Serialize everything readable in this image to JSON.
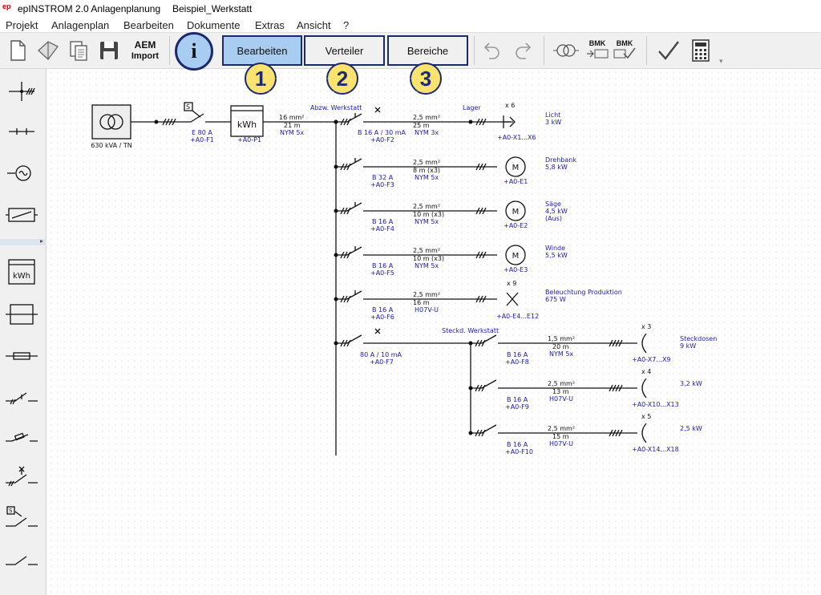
{
  "window": {
    "logo": "ep",
    "app_title": "epINSTROM 2.0 Anlagenplanung",
    "document": "Beispiel_Werkstatt"
  },
  "menu": [
    "Projekt",
    "Anlagenplan",
    "Bearbeiten",
    "Dokumente",
    "Extras",
    "Ansicht",
    "?"
  ],
  "toolbar": {
    "aem_line1": "AEM",
    "aem_line2": "Import",
    "info": "i",
    "tabs": [
      {
        "label": "Bearbeiten",
        "badge": "1",
        "active": true
      },
      {
        "label": "Verteiler",
        "badge": "2",
        "active": false
      },
      {
        "label": "Bereiche",
        "badge": "3",
        "active": false
      }
    ],
    "bmk1": "BMK",
    "bmk2": "BMK",
    "icons": [
      "new-file-icon",
      "open-file-icon",
      "copy-icon",
      "save-icon",
      "undo-icon",
      "redo-icon",
      "transformer-icon",
      "bmk-arrow-icon",
      "bmk-check-icon",
      "check-icon",
      "calculator-icon"
    ]
  },
  "palette": {
    "kwh_label": "kWh",
    "icons": [
      "busbar-icon",
      "junction-icon",
      "generator-icon",
      "fuse-box-icon",
      "kwh-meter-icon",
      "breaker-box-icon",
      "fuse-icon",
      "switch-icon",
      "fuse-switch-icon",
      "rcd-switch-icon",
      "selector-switch-icon",
      "contact-icon"
    ]
  },
  "colors": {
    "accent": "#1a2a6c",
    "tab_active": "#a9cdf0",
    "badge": "#fbe36f",
    "diagram_text": "#1a1ab0"
  },
  "diagram": {
    "transformer_label": "630 kVA / TN",
    "main_switch": {
      "s_label": "S",
      "rating": "E 80 A",
      "id": "+A0-F1"
    },
    "meter": {
      "label": "kWh",
      "id": "+A0-P1"
    },
    "feed_cable": {
      "cross": "16 mm²",
      "length": "21 m",
      "type": "NYM 5x"
    },
    "bus_label": "Abzw. Werkstatt",
    "circuits": [
      {
        "breaker": "B 16 A / 30 mA",
        "id": "+A0-F2",
        "cross": "2,5 mm²",
        "length": "25 m",
        "type": "NYM 3x",
        "sub_bus": "Lager",
        "count": "x 6",
        "load_id": "+A0-X1...X6",
        "load_name": "Licht",
        "load_power": "3 kW",
        "load_extra": ""
      },
      {
        "breaker": "B 32 A",
        "id": "+A0-F3",
        "cross": "2,5 mm²",
        "length": "8 m (x3)",
        "type": "NYM 5x",
        "sub_bus": "",
        "count": "",
        "load_id": "+A0-E1",
        "load_name": "Drehbank",
        "load_power": "5,8 kW",
        "load_extra": "",
        "motor": "M"
      },
      {
        "breaker": "B 16 A",
        "id": "+A0-F4",
        "cross": "2,5 mm²",
        "length": "10 m (x3)",
        "type": "NYM 5x",
        "sub_bus": "",
        "count": "",
        "load_id": "+A0-E2",
        "load_name": "Säge",
        "load_power": "4,5 kW",
        "load_extra": "(Aus)",
        "motor": "M"
      },
      {
        "breaker": "B 16 A",
        "id": "+A0-F5",
        "cross": "2,5 mm²",
        "length": "10 m (x3)",
        "type": "NYM 5x",
        "sub_bus": "",
        "count": "",
        "load_id": "+A0-E3",
        "load_name": "Winde",
        "load_power": "5,5 kW",
        "load_extra": "",
        "motor": "M"
      },
      {
        "breaker": "B 16 A",
        "id": "+A0-F6",
        "cross": "2,5 mm²",
        "length": "16 m",
        "type": "H07V-U",
        "sub_bus": "",
        "count": "x 9",
        "load_id": "+A0-E4...E12",
        "load_name": "Beleuchtung Produktion",
        "load_power": "675 W",
        "load_extra": ""
      }
    ],
    "rcd": {
      "rating": "80 A / 10 mA",
      "id": "+A0-F7",
      "bus_label": "Steckd. Werkstatt"
    },
    "sockets": [
      {
        "breaker": "B 16 A",
        "id": "+A0-F8",
        "cross": "1,5 mm²",
        "length": "20 m",
        "type": "NYM 5x",
        "count": "x 3",
        "load_id": "+A0-X7...X9",
        "load_name": "Steckdosen",
        "load_power": "9 kW"
      },
      {
        "breaker": "B 16 A",
        "id": "+A0-F9",
        "cross": "2,5 mm²",
        "length": "13 m",
        "type": "H07V-U",
        "count": "x 4",
        "load_id": "+A0-X10...X13",
        "load_name": "3,2 kW",
        "load_power": ""
      },
      {
        "breaker": "B 16 A",
        "id": "+A0-F10",
        "cross": "2,5 mm²",
        "length": "15 m",
        "type": "H07V-U",
        "count": "x 5",
        "load_id": "+A0-X14...X18",
        "load_name": "2,5 kW",
        "load_power": ""
      }
    ]
  }
}
